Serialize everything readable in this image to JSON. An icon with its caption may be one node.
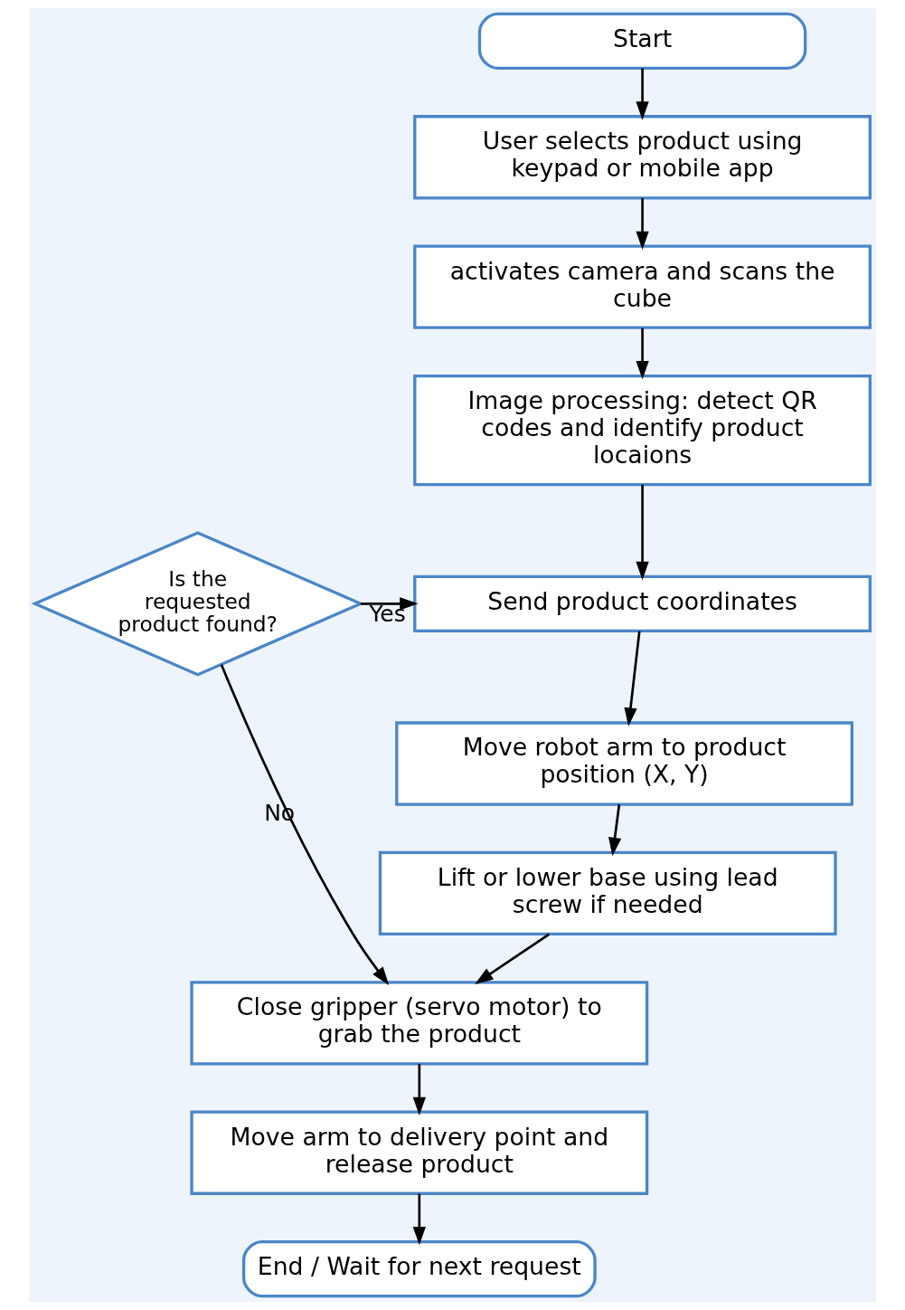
{
  "diagram": {
    "nodes": [
      {
        "text": [
          "Start"
        ]
      },
      {
        "text": [
          "User selects product using keypad or mobile app"
        ]
      },
      {
        "text": [
          "activates camera and scans the cube"
        ]
      },
      {
        "text": [
          "Image processing: detect QR codes and identify product locaions"
        ]
      },
      {
        "text": [
          "Is the requested product found?"
        ]
      },
      {
        "text": [
          "Send product coordinates"
        ]
      },
      {
        "text": [
          "Move robot arm to product position (X, Y)"
        ]
      },
      {
        "text": [
          "Lift or lower base using lead screw if needed"
        ]
      },
      {
        "text": [
          "Close gripper (servo motor) to grab the product"
        ]
      },
      {
        "text": [
          "Move arm to delivery point and release product"
        ]
      },
      {
        "text": [
          "End / Wait for next request"
        ]
      }
    ],
    "edges": [
      {
        "from": 0,
        "to": 1,
        "arrow": "to"
      },
      {
        "from": 1,
        "to": 2,
        "arrow": "to"
      },
      {
        "from": 2,
        "to": 3,
        "arrow": "to"
      },
      {
        "from": 3,
        "to": 5,
        "arrow": "to"
      },
      {
        "from": 4,
        "to": 5,
        "arrow": "to",
        "label": "Yes"
      },
      {
        "from": 4,
        "to": 8,
        "arrow": "to",
        "label": "No"
      },
      {
        "from": 5,
        "to": 6,
        "arrow": "to"
      },
      {
        "from": 6,
        "to": 7,
        "arrow": "to"
      },
      {
        "from": 7,
        "to": 8,
        "arrow": "to"
      },
      {
        "from": 8,
        "to": 9,
        "arrow": "to"
      },
      {
        "from": 9,
        "to": 10,
        "arrow": "to"
      }
    ]
  }
}
